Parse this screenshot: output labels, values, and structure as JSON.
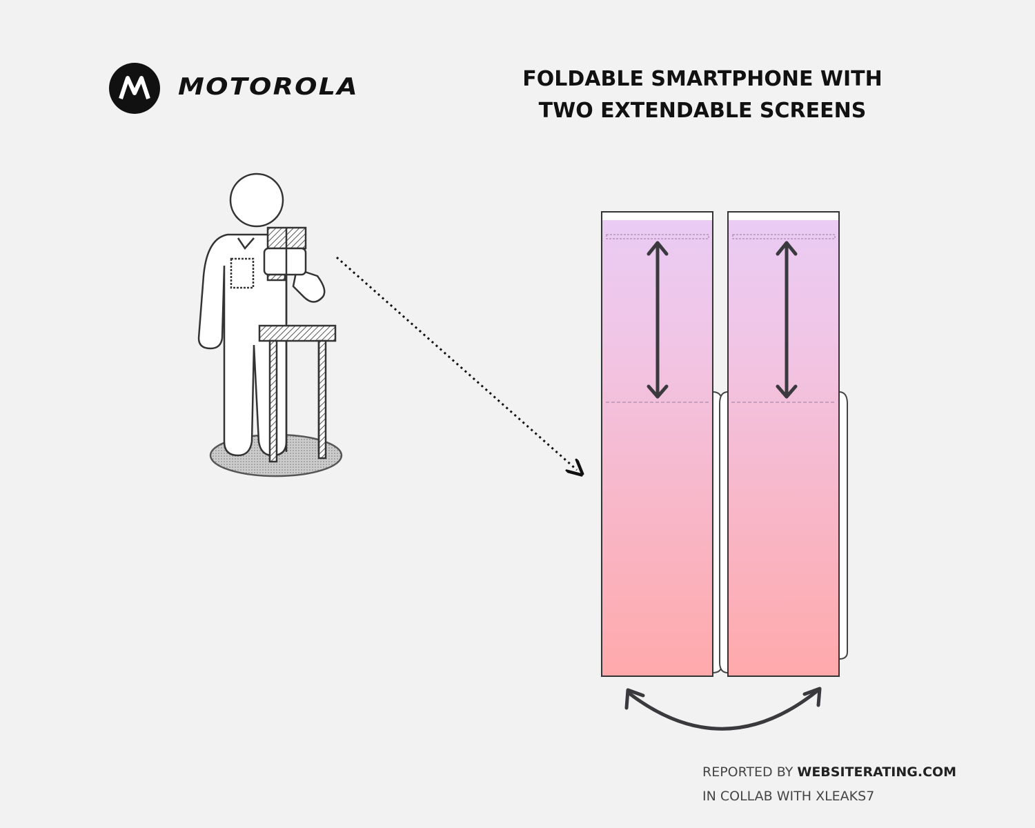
{
  "logo": {
    "brand_name": "MOTOROLA",
    "icon": "motorola-m-logo-icon"
  },
  "title": {
    "line1": "FOLDABLE SMARTPHONE WITH",
    "line2": "TWO EXTENDABLE SCREENS"
  },
  "footer": {
    "reported_prefix": "REPORTED BY ",
    "reported_site": "WEBSITERATING.COM",
    "collab": "IN COLLAB WITH XLEAKS7"
  },
  "colors": {
    "screen_top": "#e9ccf5",
    "screen_bottom": "#ffa9ab",
    "arrow": "#3a3a3e"
  }
}
